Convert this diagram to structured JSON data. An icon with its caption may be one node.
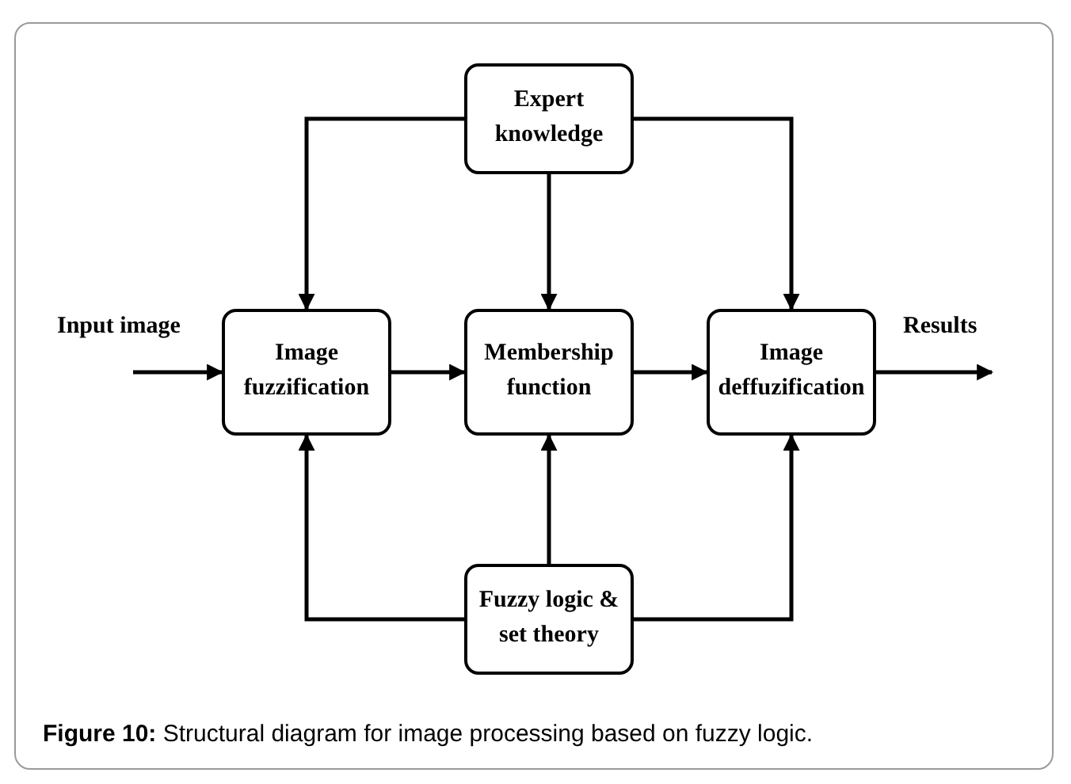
{
  "diagram": {
    "caption": "**Figure 10:** Structural diagram for image processing based on fuzzy logic.",
    "nodes": [
      {
        "text": [
          "Expert knowledge"
        ]
      },
      {
        "text": [
          "Image fuzzification"
        ]
      },
      {
        "text": [
          "Membership function"
        ]
      },
      {
        "text": [
          "Image deffuzification"
        ]
      },
      {
        "text": [
          "Fuzzy logic & set theory"
        ]
      }
    ],
    "edges": [
      {
        "from": null,
        "to": 1,
        "arrow": "to"
      },
      {
        "from": 1,
        "to": 2,
        "arrow": "to"
      },
      {
        "from": 2,
        "to": 3,
        "arrow": "to"
      },
      {
        "from": 3,
        "to": null,
        "arrow": "to"
      },
      {
        "from": 0,
        "to": 1,
        "arrow": "to"
      },
      {
        "from": 0,
        "to": 2,
        "arrow": "to"
      },
      {
        "from": 0,
        "to": 3,
        "arrow": "to"
      },
      {
        "from": 4,
        "to": 1,
        "arrow": "to"
      },
      {
        "from": 4,
        "to": 2,
        "arrow": "to"
      },
      {
        "from": 4,
        "to": 3,
        "arrow": "to"
      }
    ],
    "labels": [
      "Input image",
      "Results"
    ]
  }
}
